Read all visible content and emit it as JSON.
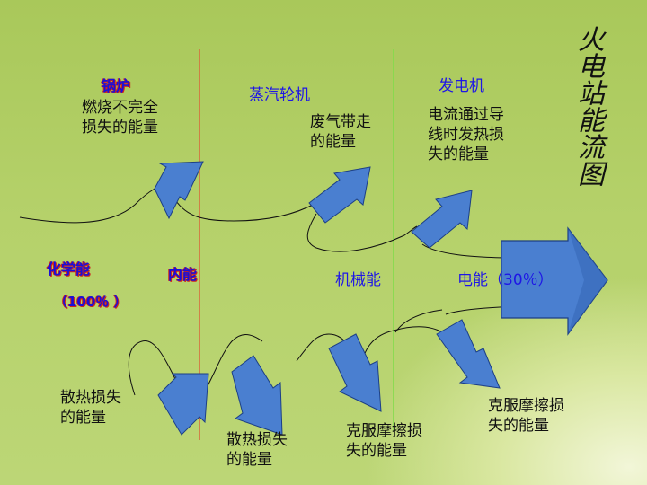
{
  "title": "火电站能流图",
  "stages": {
    "boiler": "锅炉",
    "turbine": "蒸汽轮机",
    "generator": "发电机"
  },
  "energies": {
    "chemical": "化学能",
    "chemical_pct": "（100％ ）",
    "internal": "内能",
    "mechanical": "机械能",
    "electric": "电能（30％）"
  },
  "losses_top": [
    "燃烧不完全\n损失的能量",
    "废气带走\n的能量",
    "电流通过导\n线时发热损\n失的能量"
  ],
  "losses_bottom": [
    "散热损失\n的能量",
    "散热损失\n的能量",
    "克服摩擦损\n失的能量",
    "克服摩擦损\n失的能量"
  ],
  "colors": {
    "arrow_fill": "#4a7fd0",
    "arrow_stroke": "#1c3f86",
    "divider_red": "#d8673b",
    "divider_green": "#7fdc48",
    "label_blue": "#1e16e6"
  }
}
